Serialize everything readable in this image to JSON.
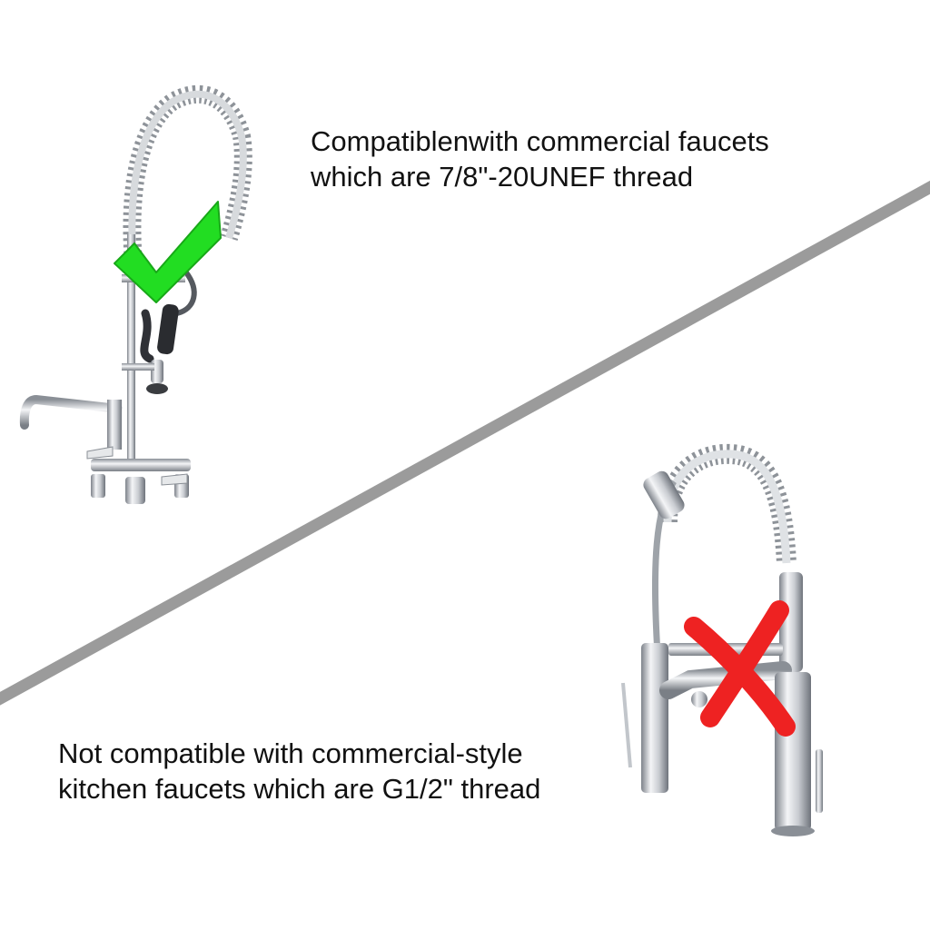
{
  "compatible": {
    "lines": [
      "Compatiblenwith commercial faucets",
      "which are 7/8\"-20UNEF thread"
    ],
    "mark_icon": "check-mark-icon",
    "mark_color": "#22dd22"
  },
  "not_compatible": {
    "lines": [
      "Not compatible with commercial-style",
      "kitchen faucets which are G1/2\" thread"
    ],
    "mark_icon": "cross-mark-icon",
    "mark_color": "#ee2222"
  },
  "divider_color": "#9b9b9b",
  "chrome_color": "#b8bcc2"
}
